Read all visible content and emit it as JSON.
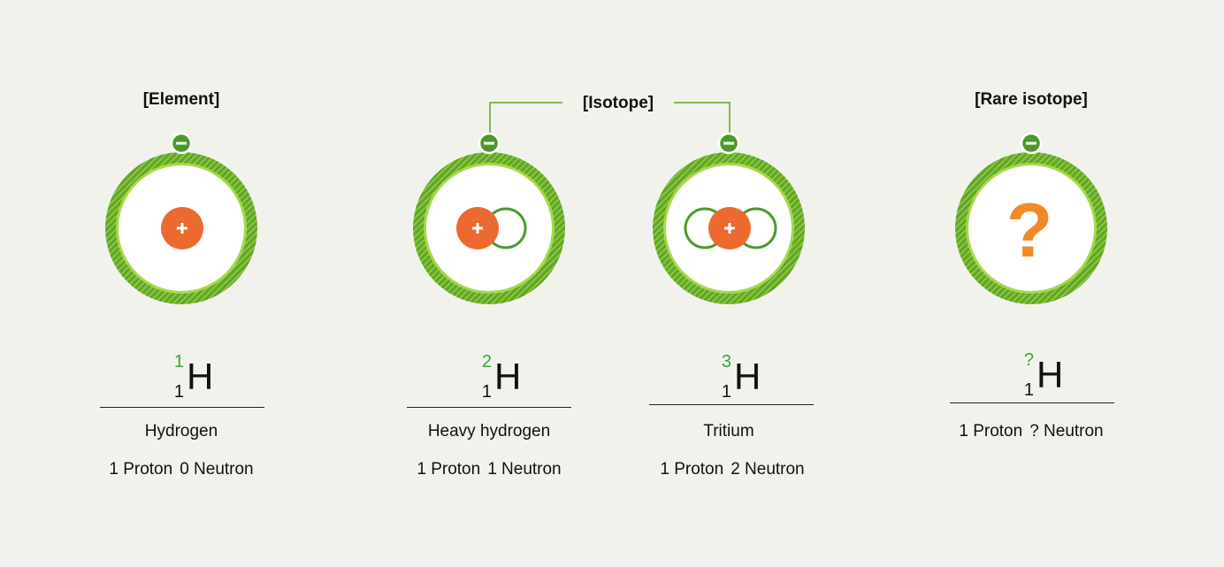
{
  "groups": {
    "element": "[Element]",
    "isotope": "[Isotope]",
    "rare_isotope": "[Rare isotope]"
  },
  "atoms": [
    {
      "mass": "1",
      "atomic": "1",
      "symbol": "H",
      "name": "Hydrogen",
      "protons": "1 Proton",
      "neutrons": "0 Neutron"
    },
    {
      "mass": "2",
      "atomic": "1",
      "symbol": "H",
      "name": "Heavy hydrogen",
      "protons": "1 Proton",
      "neutrons": "1 Neutron"
    },
    {
      "mass": "3",
      "atomic": "1",
      "symbol": "H",
      "name": "Tritium",
      "protons": "1 Proton",
      "neutrons": "2 Neutron"
    },
    {
      "mass": "?",
      "atomic": "1",
      "symbol": "H",
      "name": "",
      "protons": "1 Proton",
      "neutrons": "? Neutron"
    }
  ],
  "nucleus_question": "?",
  "colors": {
    "background": "#f2f2ec",
    "orbit_green": "#5fa528",
    "orbit_light": "#a8d84a",
    "proton": "#ec6a2f",
    "neutron_ring": "#4c9a2a",
    "mass_number": "#3aa635",
    "question": "#f08a24"
  }
}
